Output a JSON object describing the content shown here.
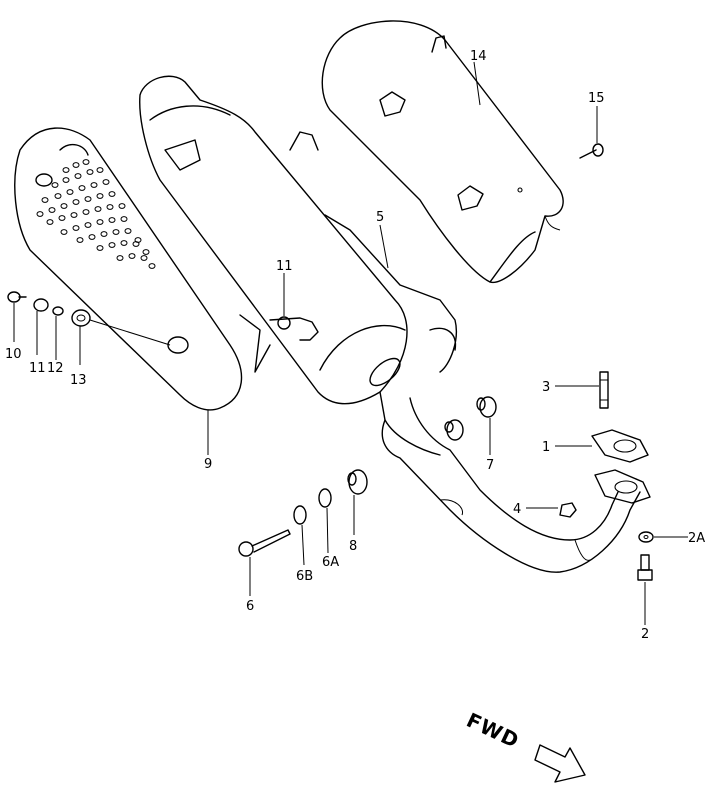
{
  "callouts": {
    "c1": "1",
    "c2": "2",
    "c2a": "2A",
    "c3": "3",
    "c4": "4",
    "c5": "5",
    "c6": "6",
    "c6a": "6A",
    "c6b": "6B",
    "c7": "7",
    "c8": "8",
    "c9": "9",
    "c10": "10",
    "c11a": "11",
    "c11b": "11",
    "c12": "12",
    "c13": "13",
    "c14": "14",
    "c15": "15"
  },
  "direction_label": "FWD"
}
